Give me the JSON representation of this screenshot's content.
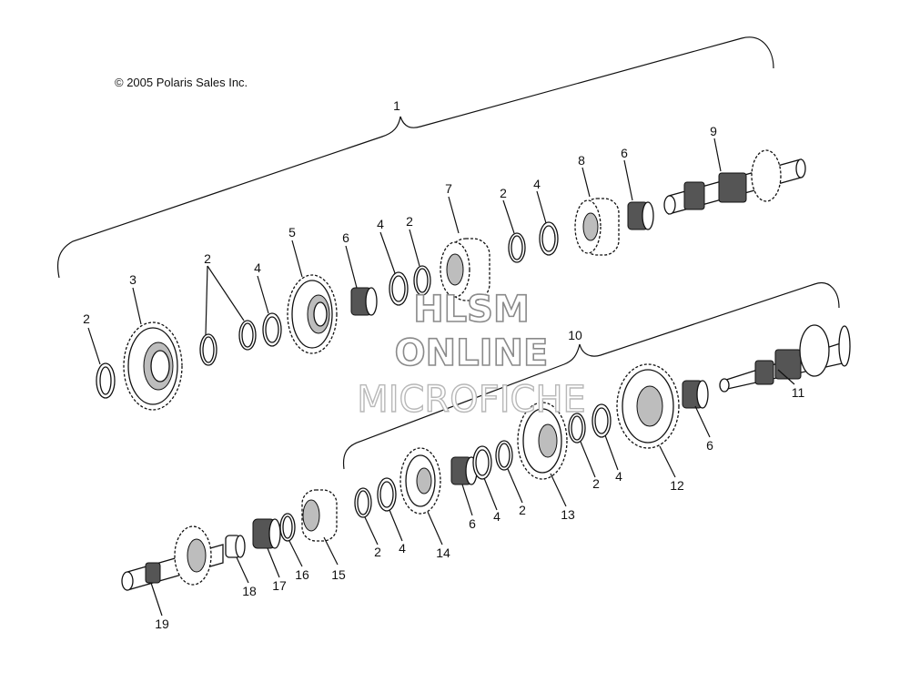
{
  "copyright": "© 2005 Polaris Sales Inc.",
  "watermark": {
    "line1": "HLSM",
    "line2": "ONLINE",
    "line3": "MICROFICHE"
  },
  "labels": [
    "1",
    "2",
    "3",
    "2",
    "4",
    "5",
    "6",
    "4",
    "2",
    "7",
    "2",
    "4",
    "8",
    "6",
    "9",
    "10",
    "11",
    "6",
    "12",
    "2",
    "4",
    "13",
    "2",
    "4",
    "6",
    "14",
    "2",
    "4",
    "15",
    "16",
    "17",
    "18",
    "19"
  ]
}
